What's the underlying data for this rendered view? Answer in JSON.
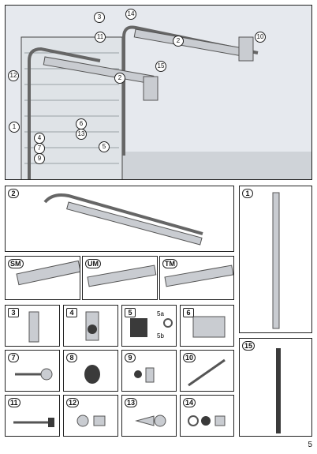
{
  "scene": {
    "callouts": [
      "3",
      "14",
      "11",
      "2",
      "10",
      "12",
      "2",
      "15",
      "1",
      "6",
      "13",
      "4",
      "7",
      "9",
      "5"
    ]
  },
  "panels": {
    "rails": "2",
    "track_left": "1",
    "sm": "SM",
    "um": "UM",
    "tm": "TM",
    "p3": "3",
    "p4": "4",
    "p5": "5",
    "p5a": "5a",
    "p5b": "5b",
    "p6": "6",
    "p7": "7",
    "p8": "8",
    "p9": "9",
    "p10": "10",
    "p11": "11",
    "p12": "12",
    "p13": "13",
    "p14": "14",
    "p15": "15"
  },
  "page_number": "5",
  "colors": {
    "wall": "#e6e9ee",
    "metal": "#c9ccd1",
    "dark": "#3a3a3a"
  }
}
